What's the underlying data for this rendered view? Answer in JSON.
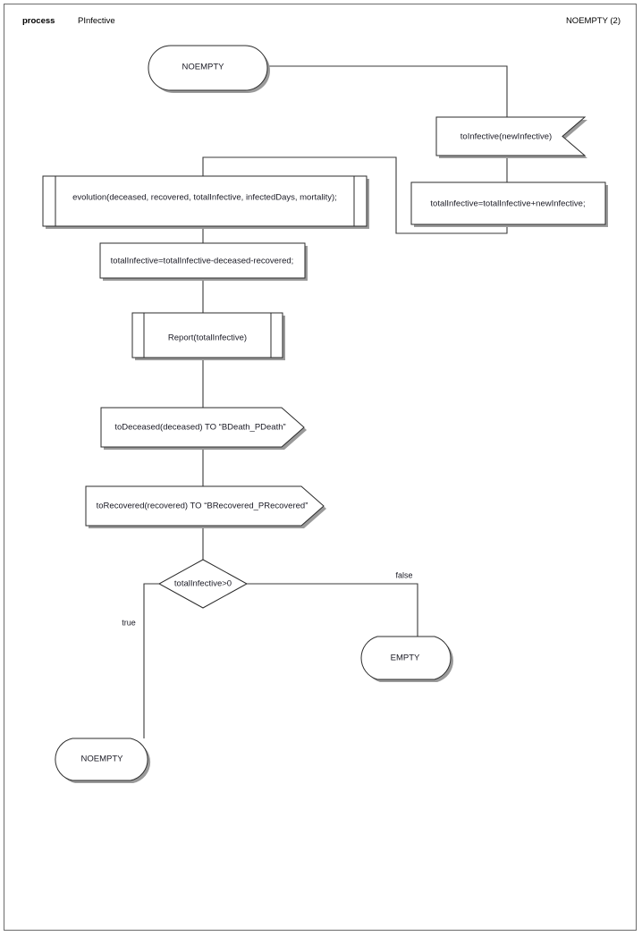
{
  "header": {
    "kind_label": "process",
    "process_name": "PInfective",
    "state_label": "NOEMPTY (2)"
  },
  "diagram": {
    "type": "flowchart",
    "title": "PInfective process flowchart",
    "nodes": [
      {
        "id": "start",
        "shape": "terminator",
        "label": "NOEMPTY"
      },
      {
        "id": "receive",
        "shape": "receive-signal",
        "label": "toInfective(newInfective)"
      },
      {
        "id": "assign_add",
        "shape": "process",
        "label": "totalInfective=totalInfective+newInfective;"
      },
      {
        "id": "evolution",
        "shape": "predefined-process",
        "label": "evolution(deceased, recovered, totalInfective, infectedDays, mortality);"
      },
      {
        "id": "assign_sub",
        "shape": "process",
        "label": "totalInfective=totalInfective-deceased-recovered;"
      },
      {
        "id": "report",
        "shape": "predefined-process",
        "label": "Report(totalInfective)"
      },
      {
        "id": "send_death",
        "shape": "send-signal",
        "label": "toDeceased(deceased) TO “BDeath_PDeath”"
      },
      {
        "id": "send_recovered",
        "shape": "send-signal",
        "label": "toRecovered(recovered) TO “BRecovered_PRecovered”"
      },
      {
        "id": "decision",
        "shape": "decision",
        "label": "totalInfective>0"
      },
      {
        "id": "end_empty",
        "shape": "terminator",
        "label": "EMPTY"
      },
      {
        "id": "end_noempty",
        "shape": "terminator",
        "label": "NOEMPTY"
      }
    ],
    "edges": [
      {
        "from": "start",
        "to": "receive",
        "label": ""
      },
      {
        "from": "receive",
        "to": "assign_add",
        "label": ""
      },
      {
        "from": "assign_add",
        "to": "evolution",
        "label": ""
      },
      {
        "from": "evolution",
        "to": "assign_sub",
        "label": ""
      },
      {
        "from": "assign_sub",
        "to": "report",
        "label": ""
      },
      {
        "from": "report",
        "to": "send_death",
        "label": ""
      },
      {
        "from": "send_death",
        "to": "send_recovered",
        "label": ""
      },
      {
        "from": "send_recovered",
        "to": "decision",
        "label": ""
      },
      {
        "from": "decision",
        "to": "end_noempty",
        "label": "true"
      },
      {
        "from": "decision",
        "to": "end_empty",
        "label": "false"
      }
    ],
    "edge_labels": {
      "true": "true",
      "false": "false"
    },
    "colors": {
      "stroke": "#2b2b2b",
      "connector": "#3a3a3a",
      "shadow": "#9a9a9a",
      "text": "#1a1a24",
      "background": "#ffffff",
      "page_border": "#6b6b6b"
    }
  }
}
